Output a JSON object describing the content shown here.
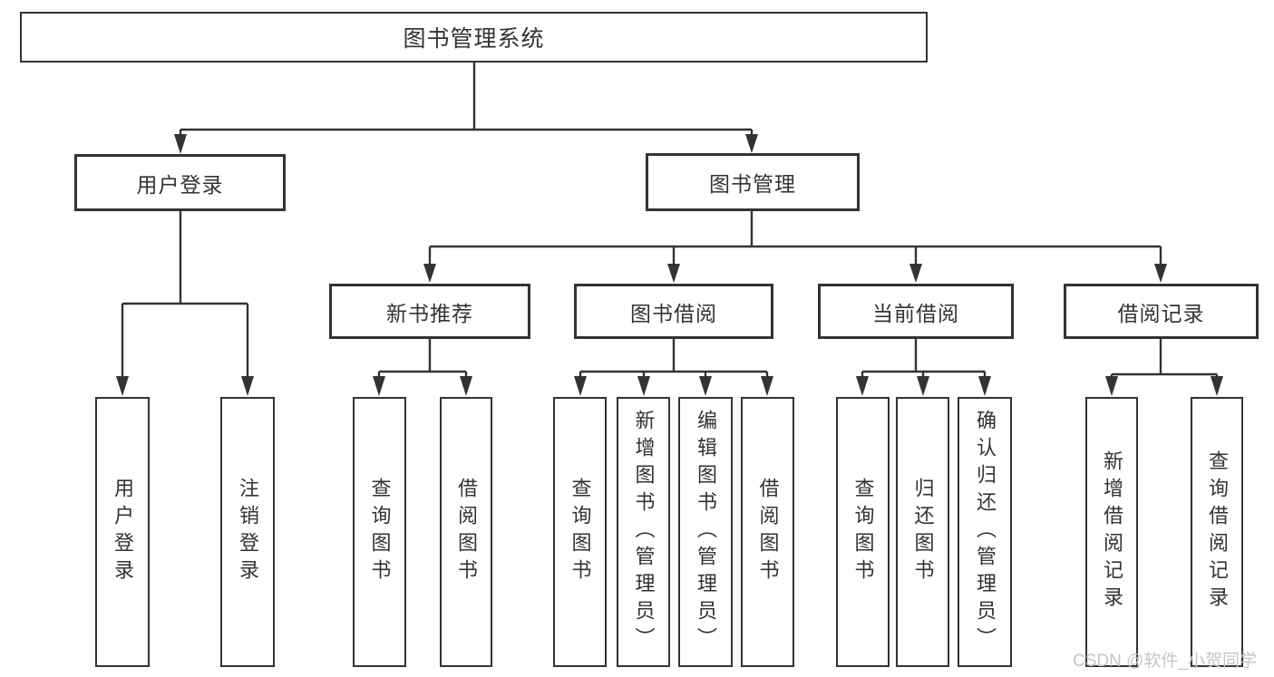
{
  "diagram": {
    "root": "图书管理系统",
    "level1": [
      {
        "label": "用户登录",
        "children": [
          "用户登录",
          "注销登录"
        ]
      },
      {
        "label": "图书管理",
        "sections": [
          {
            "label": "新书推荐",
            "children": [
              "查询图书",
              "借阅图书"
            ]
          },
          {
            "label": "图书借阅",
            "children": [
              "查询图书",
              "新增图书（管理员）",
              "编辑图书（管理员）",
              "借阅图书"
            ]
          },
          {
            "label": "当前借阅",
            "children": [
              "查询图书",
              "归还图书",
              "确认归还（管理员）"
            ]
          },
          {
            "label": "借阅记录",
            "children": [
              "新增借阅记录",
              "查询借阅记录"
            ]
          }
        ]
      }
    ]
  },
  "colors": {
    "line": "#333333",
    "box_background": "#ffffff",
    "text": "#333333",
    "watermark_text": "#c6c6c6"
  },
  "watermark": {
    "text": "CSDN @软件_小贺同学"
  }
}
